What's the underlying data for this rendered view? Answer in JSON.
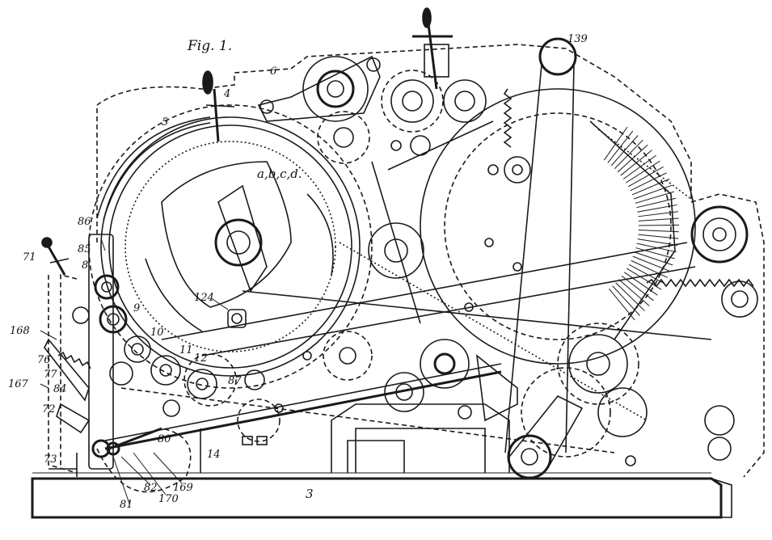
{
  "figure": {
    "title": "Fig. 1."
  },
  "labels": {
    "l139": "139",
    "l6": "6",
    "l4": "4",
    "l5": "5",
    "labcd": "a,b,c,d.",
    "l86": "86",
    "l71": "71",
    "l85": "85",
    "l8": "8",
    "l124": "124",
    "l9": "9",
    "l10": "10",
    "l168": "168",
    "l76": "76",
    "l77": "77",
    "l11": "11",
    "l12": "12",
    "l167": "167",
    "l84": "84",
    "l87": "87",
    "l72": "72",
    "l80": "80",
    "l14": "14",
    "l73": "73",
    "l81": "81",
    "l82": "82",
    "l170": "170",
    "l169": "169",
    "l3": "3"
  }
}
